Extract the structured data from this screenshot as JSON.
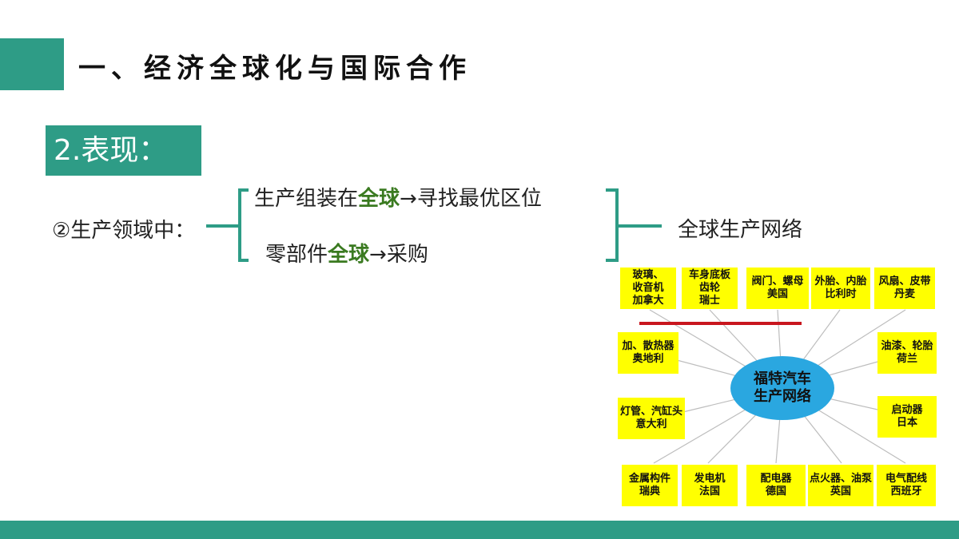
{
  "header": {
    "title": "一、经济全球化与国际合作"
  },
  "section": {
    "label": "2.表现："
  },
  "content": {
    "domain_label": "②生产领域中：",
    "line1_prefix": "生产组装在",
    "line1_highlight": "全球",
    "line1_suffix": "→寻找最优区位",
    "line2_prefix": "零部件",
    "line2_highlight": "全球",
    "line2_suffix": "→采购",
    "result": "全球生产网络"
  },
  "diagram": {
    "center": "福特汽车\n生产网络",
    "top": [
      "玻璃、\n收音机\n加拿大",
      "车身底板\n齿轮\n瑞士",
      "阀门、螺母\n美国",
      "外胎、内胎\n比利时",
      "风扇、皮带\n丹麦"
    ],
    "left": [
      "加、散热器\n奥地利",
      "灯管、汽缸头\n意大利"
    ],
    "right": [
      "油漆、轮胎\n荷兰",
      "启动器\n日本"
    ],
    "bottom": [
      "金属构件\n瑞典",
      "发电机\n法国",
      "配电器\n德国",
      "点火器、油泵\n英国",
      "电气配线\n西班牙"
    ]
  },
  "colors": {
    "accent": "#2e9c86",
    "highlight_text": "#3a7a20",
    "box": "#ffff00",
    "center": "#2aa7e0",
    "red_line": "#c8161e"
  }
}
